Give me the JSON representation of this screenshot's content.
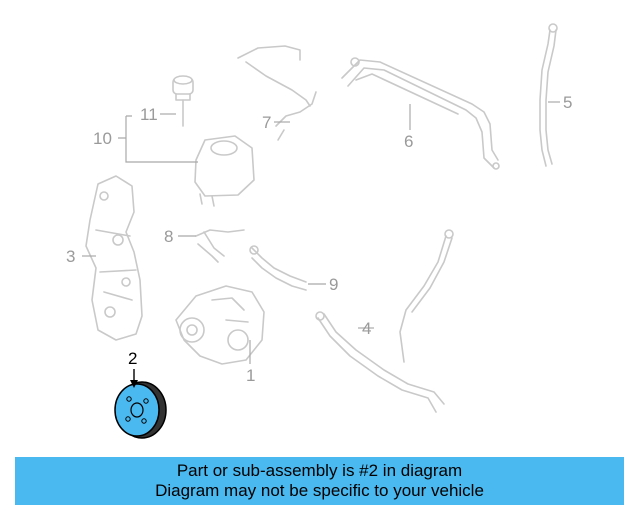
{
  "diagram": {
    "callouts": [
      {
        "id": "1",
        "label": "1"
      },
      {
        "id": "2",
        "label": "2",
        "highlighted": true
      },
      {
        "id": "3",
        "label": "3"
      },
      {
        "id": "4",
        "label": "4"
      },
      {
        "id": "5",
        "label": "5"
      },
      {
        "id": "6",
        "label": "6"
      },
      {
        "id": "7",
        "label": "7"
      },
      {
        "id": "8",
        "label": "8"
      },
      {
        "id": "9",
        "label": "9"
      },
      {
        "id": "10",
        "label": "10"
      },
      {
        "id": "11",
        "label": "11"
      }
    ],
    "highlight_color": "#4ab9f0",
    "line_color": "#c9c9c9"
  },
  "banner": {
    "line1": "Part or sub-assembly is #2 in diagram",
    "line2": "Diagram may not be specific to your vehicle",
    "background": "#4ab9f0"
  }
}
